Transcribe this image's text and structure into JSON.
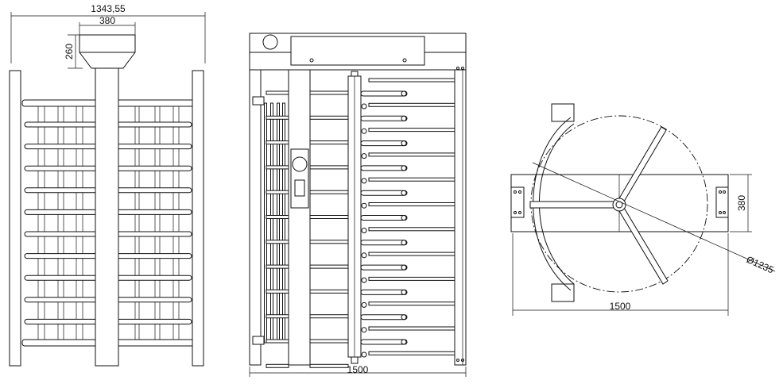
{
  "dimensions": {
    "front_total_width": "1343,55",
    "front_head_width": "380",
    "front_head_height": "260",
    "side_width": "1500",
    "top_width": "1500",
    "top_body_width": "380",
    "top_rotor_diameter": "Ø1235"
  },
  "colors": {
    "line": "#111111",
    "background": "#ffffff"
  }
}
